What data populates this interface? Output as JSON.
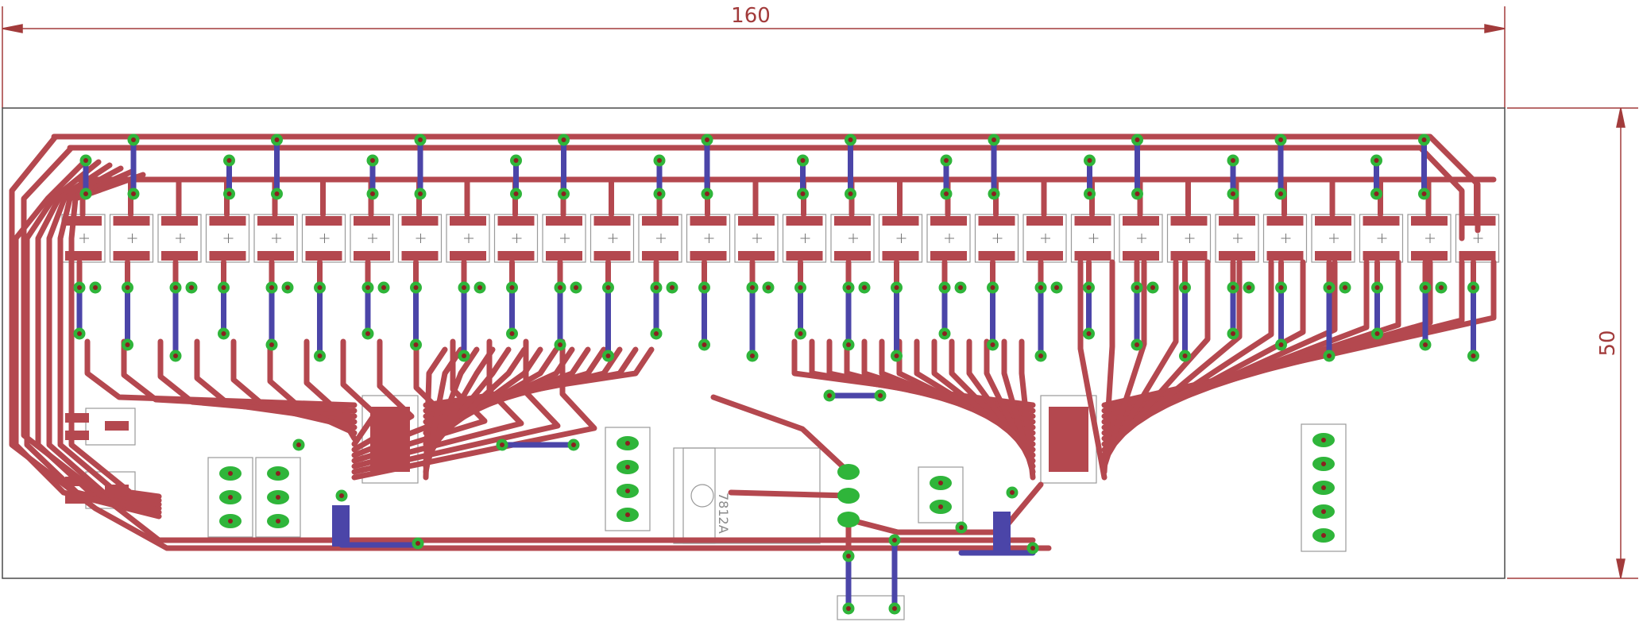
{
  "board": {
    "width_dimension": "160",
    "height_dimension": "50",
    "regulator_marking": "7812A"
  },
  "colors": {
    "top_trace": "#b4484f",
    "bottom_trace": "#4b45a8",
    "via_fill": "#2fb53a",
    "via_hole": "#8a2020",
    "outline": "#4a4a4a",
    "dimension": "#a23b3b",
    "silkscreen": "#9a9a9a"
  }
}
